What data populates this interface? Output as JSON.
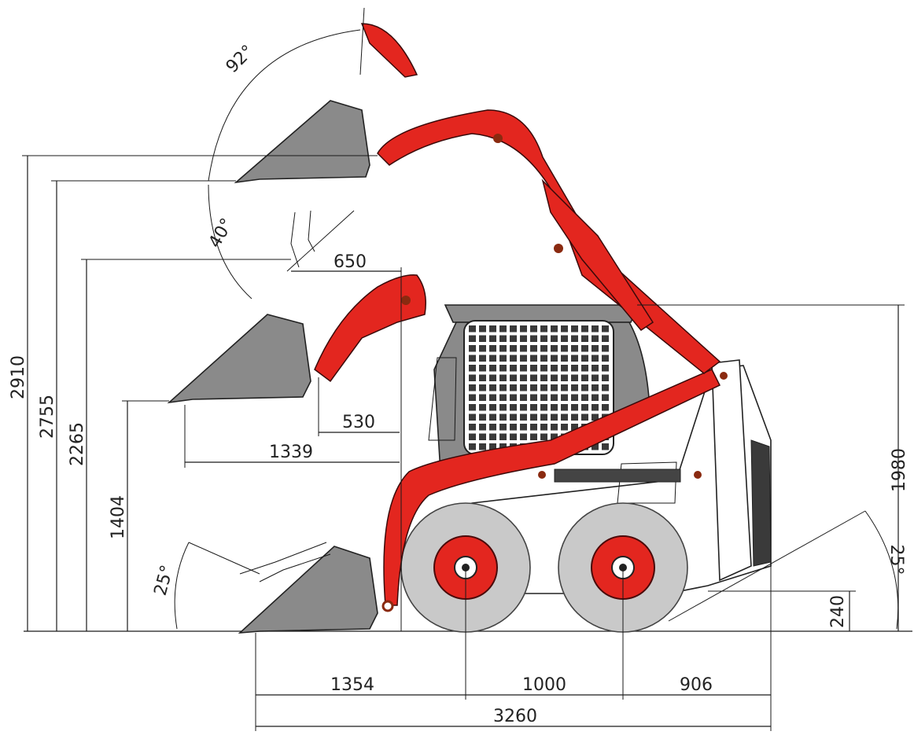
{
  "colors": {
    "arm_red": "#e3261f",
    "bucket_grey": "#8a8a8a",
    "tire_grey": "#c9c9c9",
    "line": "#1a1a1a"
  },
  "dimensions": {
    "height_2910": "2910",
    "height_2755": "2755",
    "height_2265": "2265",
    "height_1404": "1404",
    "height_1980": "1980",
    "ground_240": "240",
    "reach_650": "650",
    "reach_530": "530",
    "reach_1339": "1339",
    "front_overhang_1354": "1354",
    "wheelbase_1000": "1000",
    "rear_overhang_906": "906",
    "overall_length_3260": "3260"
  },
  "angles": {
    "tilt_92": "92°",
    "dump_40": "40°",
    "rollback_25": "25°",
    "departure_25": "25°"
  }
}
